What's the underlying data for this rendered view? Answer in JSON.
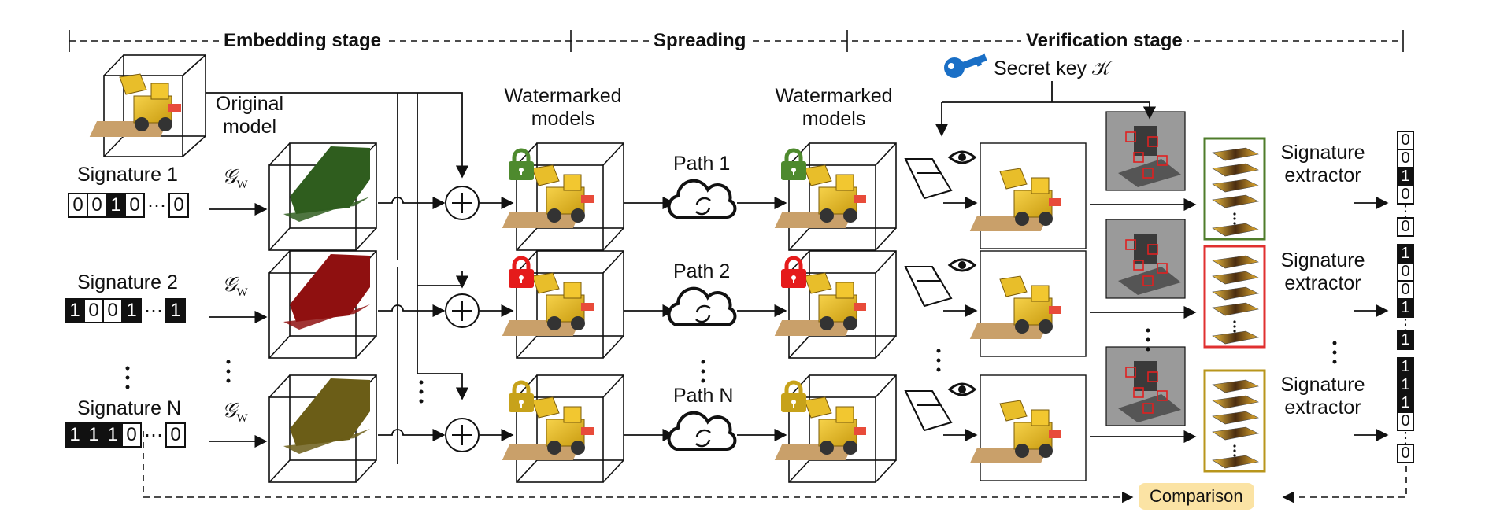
{
  "stages": {
    "embedding": "Embedding stage",
    "spreading": "Spreading",
    "verification": "Verification stage"
  },
  "original_model_label": [
    "Original",
    "model"
  ],
  "watermarked_models_label": [
    "Watermarked",
    "models"
  ],
  "secret_key_label": "Secret key 𝒦",
  "generator_symbol": "𝒢",
  "generator_sub": "W",
  "signatures": [
    {
      "label": "Signature 1",
      "bits": [
        "0",
        "0",
        "1",
        "0"
      ],
      "last": "0",
      "color": "#4f7c2b",
      "lock_color": "#4e8a2e",
      "voxel_color": "#2f5d1e",
      "path": "Path 1"
    },
    {
      "label": "Signature 2",
      "bits": [
        "1",
        "0",
        "0",
        "1"
      ],
      "last": "1",
      "color": "#e03030",
      "lock_color": "#e51b1b",
      "voxel_color": "#8f1010",
      "path": "Path 2"
    },
    {
      "label": "Signature N",
      "bits": [
        "1",
        "1",
        "1",
        "0"
      ],
      "last": "0",
      "color": "#b8961c",
      "lock_color": "#c7a21a",
      "voxel_color": "#6b5d17",
      "path": "Path N"
    }
  ],
  "extractor_label": [
    "Signature",
    "extractor"
  ],
  "extracted_bits": [
    [
      "0",
      "0",
      "1",
      "0",
      "0"
    ],
    [
      "1",
      "0",
      "0",
      "1",
      "1"
    ],
    [
      "1",
      "1",
      "1",
      "0",
      "0"
    ]
  ],
  "comparison_label": "Comparison",
  "ellipsis": "⋮",
  "dots": "⋯",
  "icons": {
    "lock": "lock-icon",
    "cloud": "cloud-sync-icon",
    "key": "key-icon",
    "eye": "eye-icon",
    "camera": "camera-frustum-icon"
  }
}
